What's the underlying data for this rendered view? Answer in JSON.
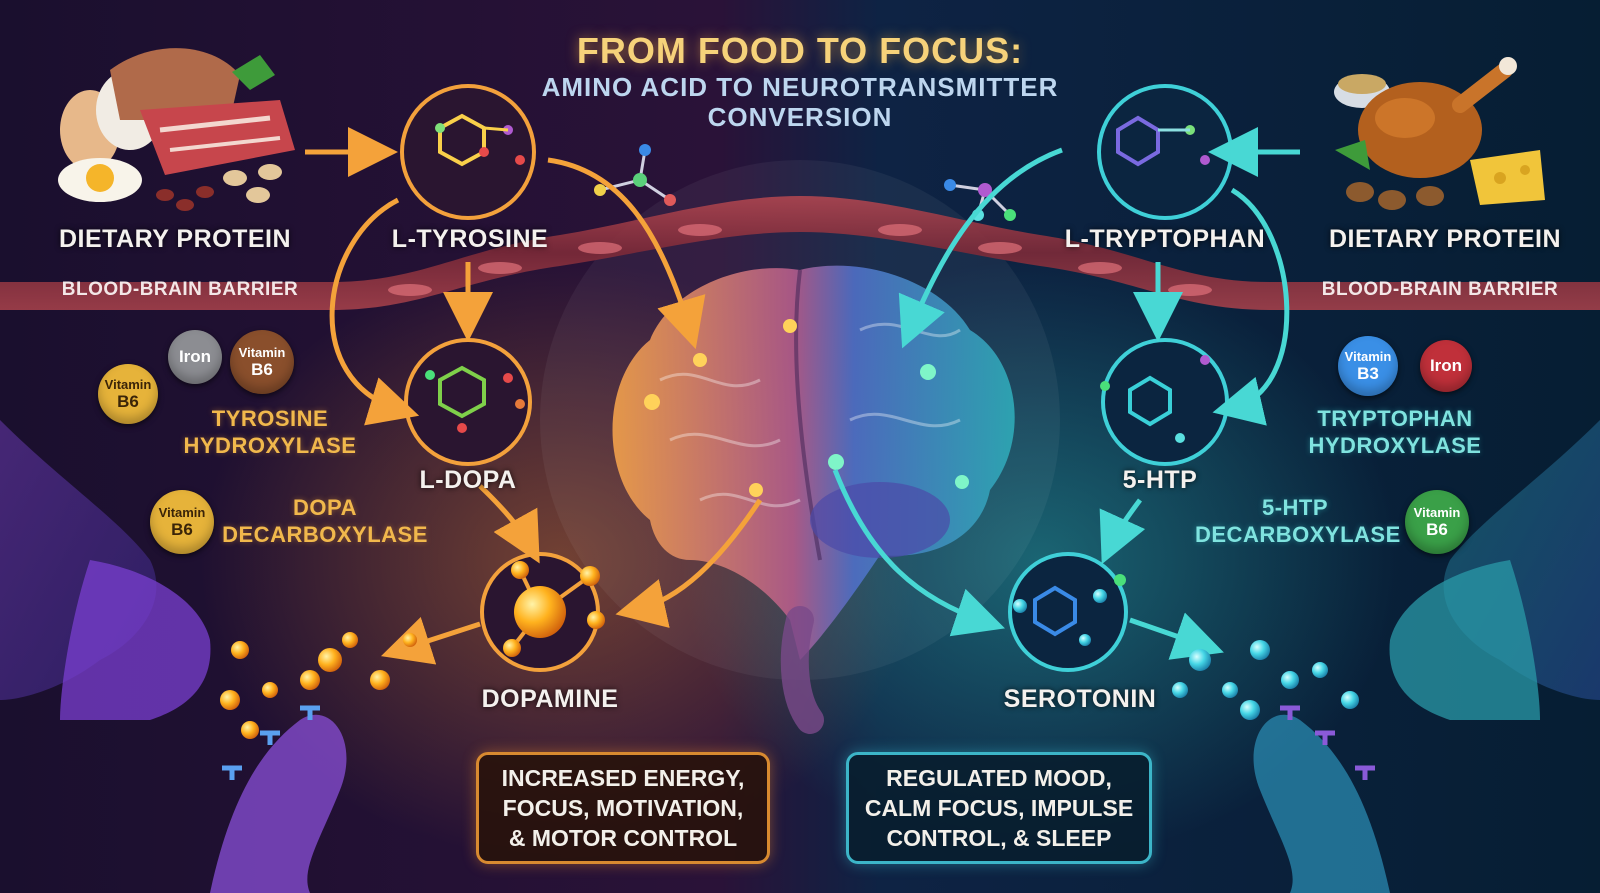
{
  "title": {
    "line1": "FROM FOOD TO FOCUS:",
    "line2": "AMINO ACID TO NEUROTRANSMITTER",
    "line3": "CONVERSION"
  },
  "left": {
    "food_label": "DIETARY PROTEIN",
    "amino_acid": "L-TYROSINE",
    "barrier": "BLOOD-BRAIN BARRIER",
    "cofactors_top": [
      {
        "line1": "Vitamin",
        "line2": "B6",
        "color": "#e6b33a"
      },
      {
        "line1": "",
        "line2": "Iron",
        "color": "#8c8d92"
      },
      {
        "line1": "Vitamin",
        "line2": "B6",
        "color": "#8a4f2c"
      }
    ],
    "enzyme1_line1": "TYROSINE",
    "enzyme1_line2": "HYDROXYLASE",
    "intermediate": "L-DOPA",
    "cofactor_bottom": {
      "line1": "Vitamin",
      "line2": "B6",
      "color": "#e6b33a"
    },
    "enzyme2_line1": "DOPA",
    "enzyme2_line2": "DECARBOXYLASE",
    "neurotransmitter": "DOPAMINE",
    "effect_line1": "INCREASED ENERGY,",
    "effect_line2": "FOCUS, MOTIVATION,",
    "effect_line3": "& MOTOR CONTROL",
    "accent": "#f5a13a"
  },
  "right": {
    "food_label": "DIETARY PROTEIN",
    "amino_acid": "L-TRYPTOPHAN",
    "barrier": "BLOOD-BRAIN BARRIER",
    "cofactors_top": [
      {
        "line1": "Vitamin",
        "line2": "B3",
        "color": "#3a8fe6"
      },
      {
        "line1": "",
        "line2": "Iron",
        "color": "#c0303a"
      }
    ],
    "enzyme1_line1": "TRYPTOPHAN",
    "enzyme1_line2": "HYDROXYLASE",
    "intermediate": "5-HTP",
    "cofactor_bottom": {
      "line1": "Vitamin",
      "line2": "B6",
      "color": "#3aa048"
    },
    "enzyme2_line1": "5-HTP",
    "enzyme2_line2": "DECARBOXYLASE",
    "neurotransmitter": "SEROTONIN",
    "effect_line1": "REGULATED MOOD,",
    "effect_line2": "CALM FOCUS, IMPULSE",
    "effect_line3": "CONTROL, & SLEEP",
    "accent": "#3fd6d2"
  },
  "icons": [
    "protein-foods-icon",
    "turkey-cheese-nuts-icon",
    "brain-icon",
    "tyrosine-molecule-icon",
    "ldopa-molecule-icon",
    "dopamine-molecule-icon",
    "tryptophan-molecule-icon",
    "5htp-molecule-icon",
    "serotonin-molecule-icon",
    "neuron-synapse-icon",
    "blood-vessel-icon"
  ]
}
